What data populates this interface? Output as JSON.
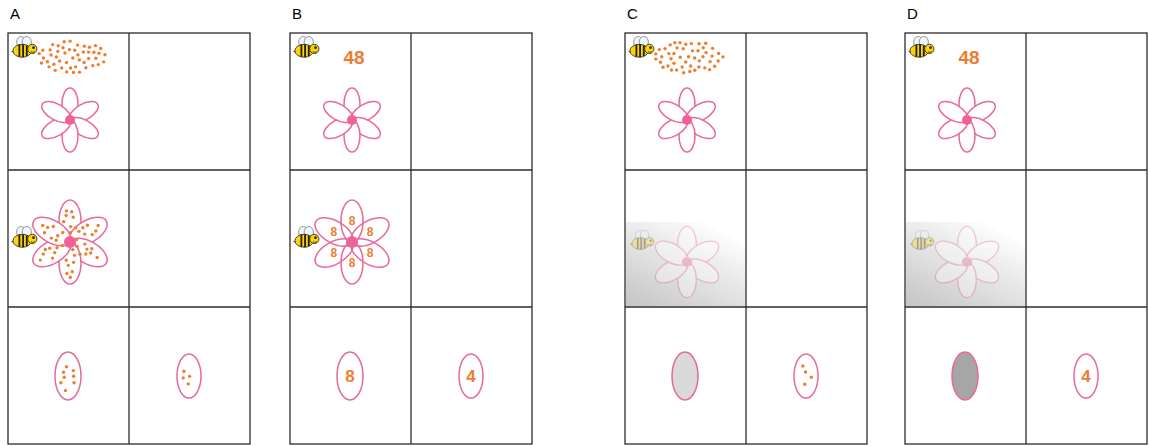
{
  "diagram": {
    "nodes": [
      {
        "text": [
          "8"
        ]
      },
      {
        "text": [
          "8"
        ]
      },
      {
        "text": [
          "8"
        ]
      },
      {
        "text": [
          "8"
        ]
      },
      {
        "text": [
          "8"
        ]
      },
      {
        "text": [
          "8"
        ]
      },
      {
        "text": [
          "8"
        ]
      },
      {
        "text": [
          "4"
        ]
      },
      {
        "text": [
          "4"
        ]
      }
    ],
    "labels": [
      "A",
      "B",
      "48",
      "C",
      "D",
      "48"
    ]
  }
}
